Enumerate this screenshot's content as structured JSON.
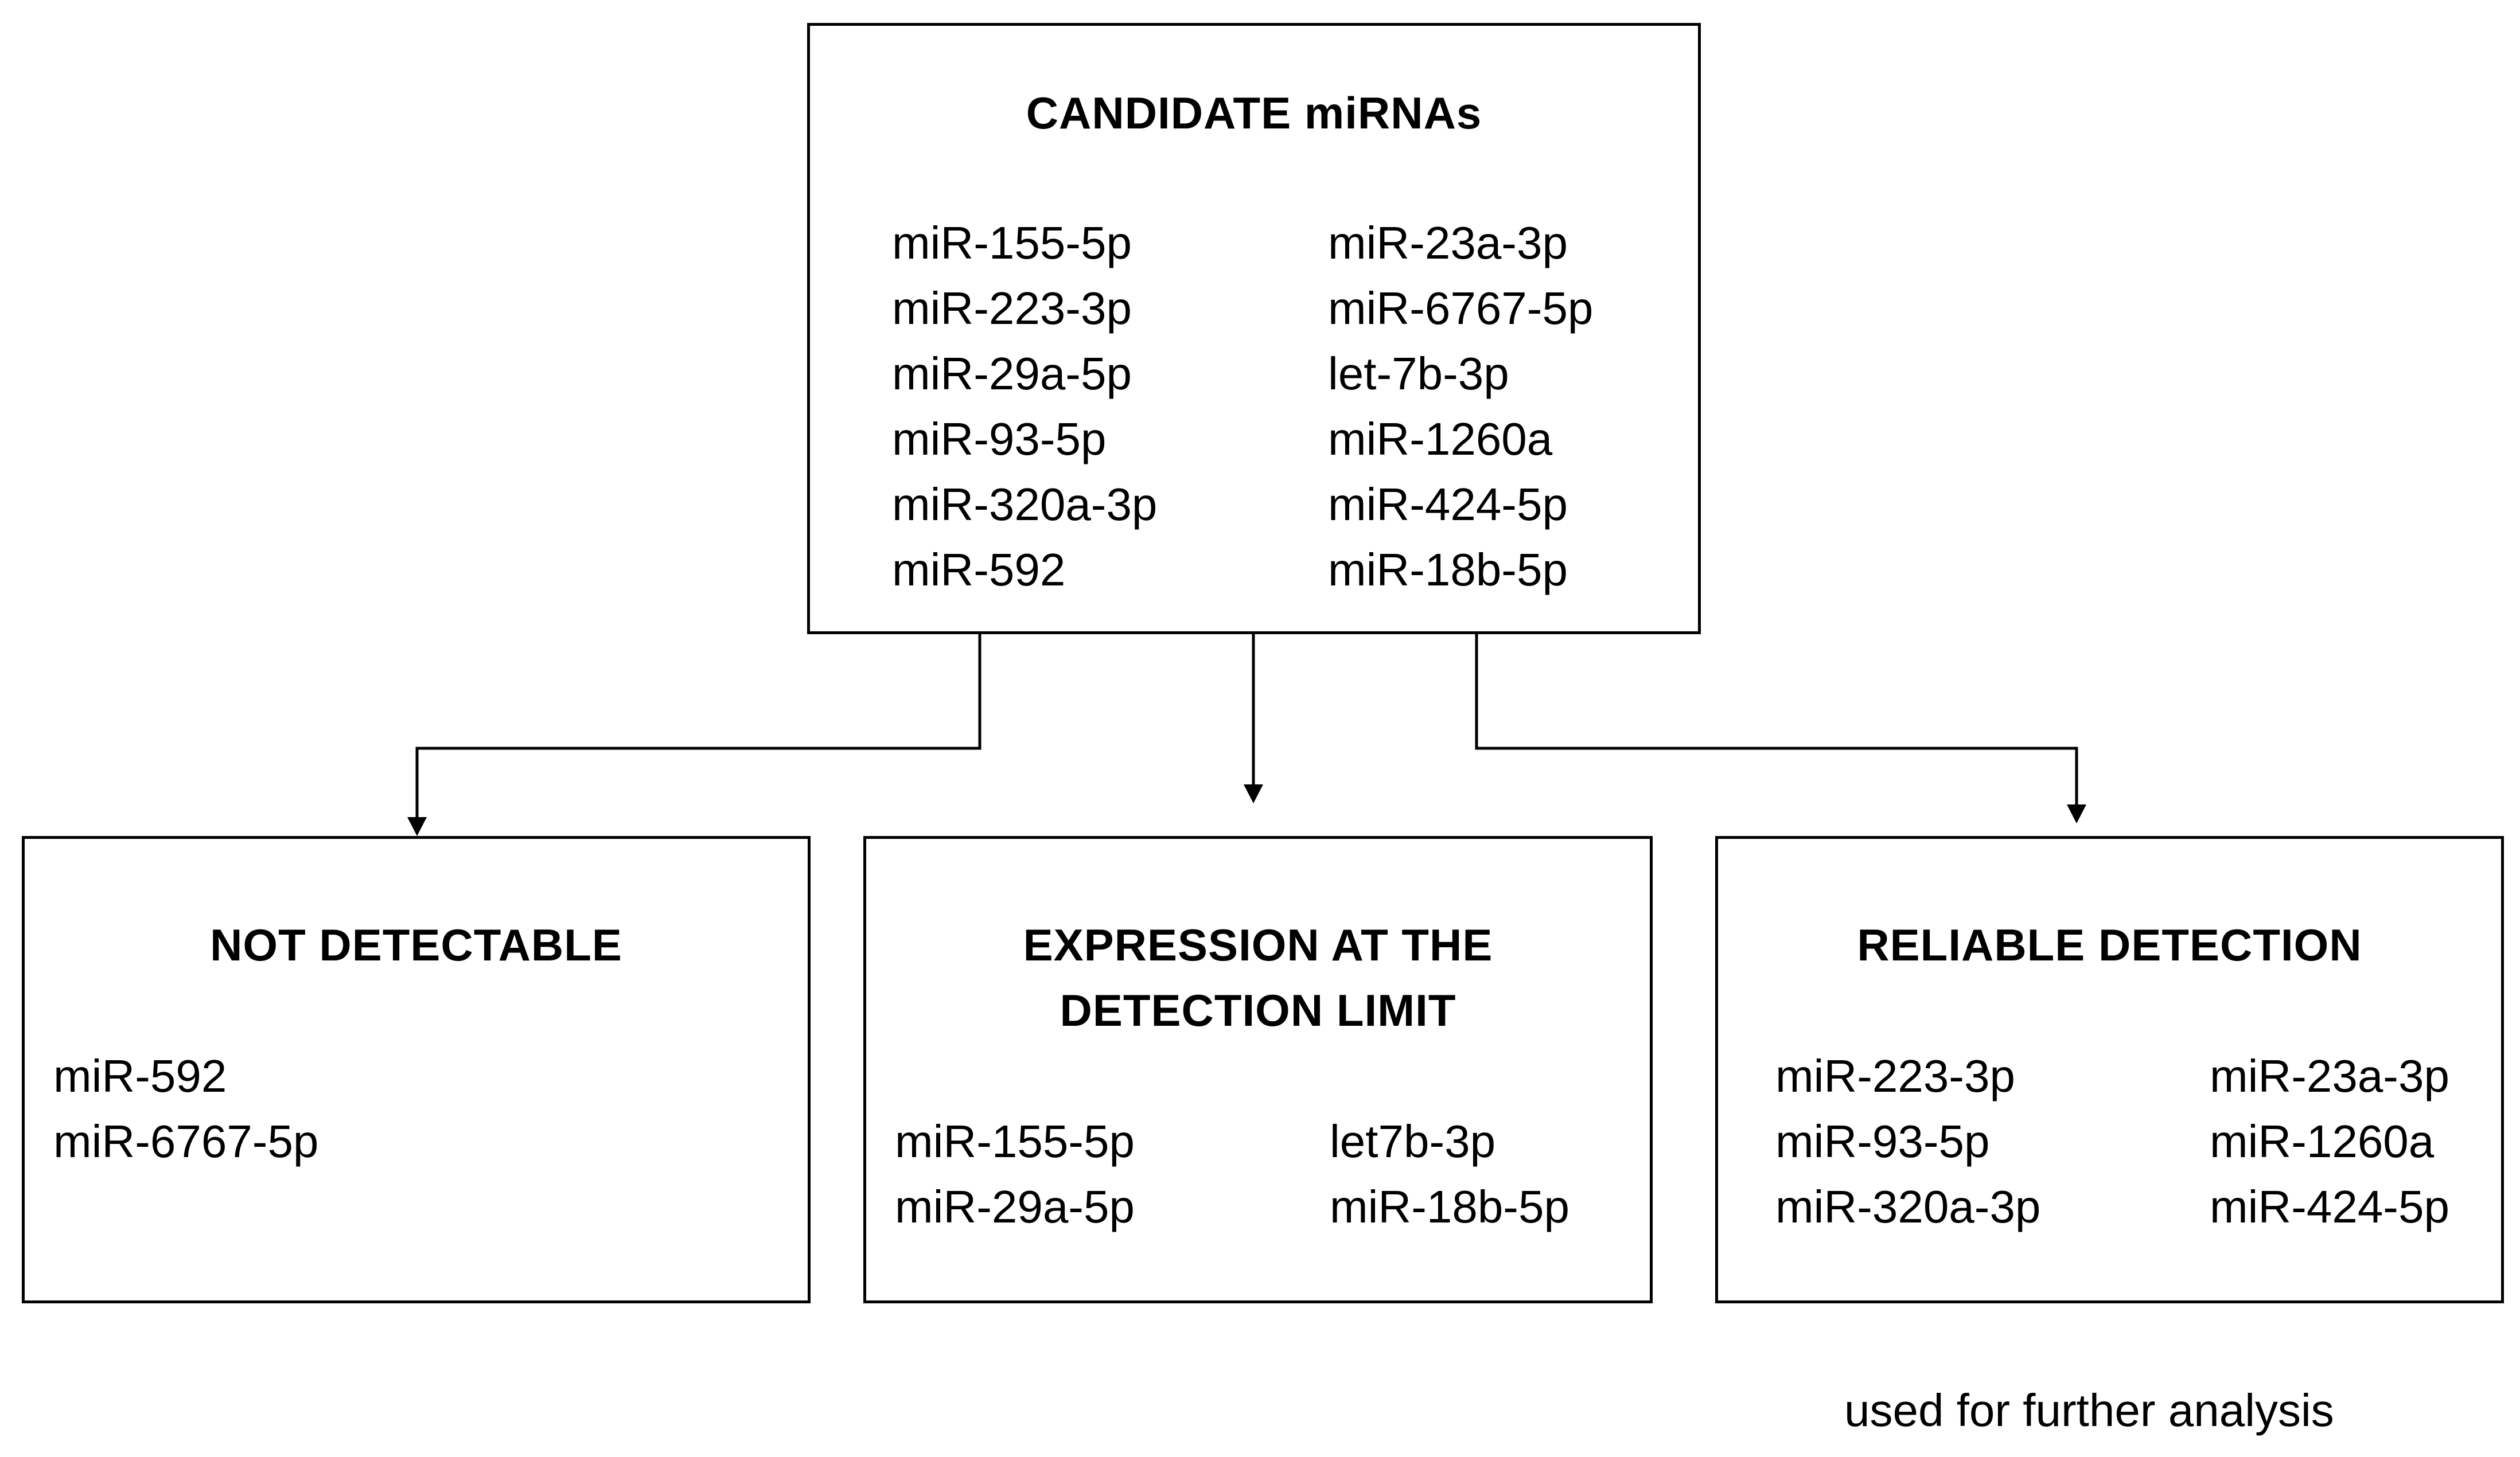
{
  "candidate": {
    "title": "CANDIDATE miRNAs",
    "left": [
      "miR-155-5p",
      "miR-223-3p",
      "miR-29a-5p",
      "miR-93-5p",
      "miR-320a-3p",
      "miR-592"
    ],
    "right": [
      "miR-23a-3p",
      "miR-6767-5p",
      "let-7b-3p",
      "miR-1260a",
      "miR-424-5p",
      "miR-18b-5p"
    ]
  },
  "not_detectable": {
    "title": "NOT DETECTABLE",
    "items": [
      "miR-592",
      "miR-6767-5p"
    ]
  },
  "detection_limit": {
    "title": "EXPRESSION AT THE DETECTION LIMIT",
    "left": [
      "miR-155-5p",
      "miR-29a-5p"
    ],
    "right": [
      "let7b-3p",
      "miR-18b-5p"
    ]
  },
  "reliable": {
    "title": "RELIABLE DETECTION",
    "left": [
      "miR-223-3p",
      "miR-93-5p",
      "miR-320a-3p"
    ],
    "right": [
      "miR-23a-3p",
      "miR-1260a",
      "miR-424-5p"
    ]
  },
  "caption": "used for further analysis"
}
